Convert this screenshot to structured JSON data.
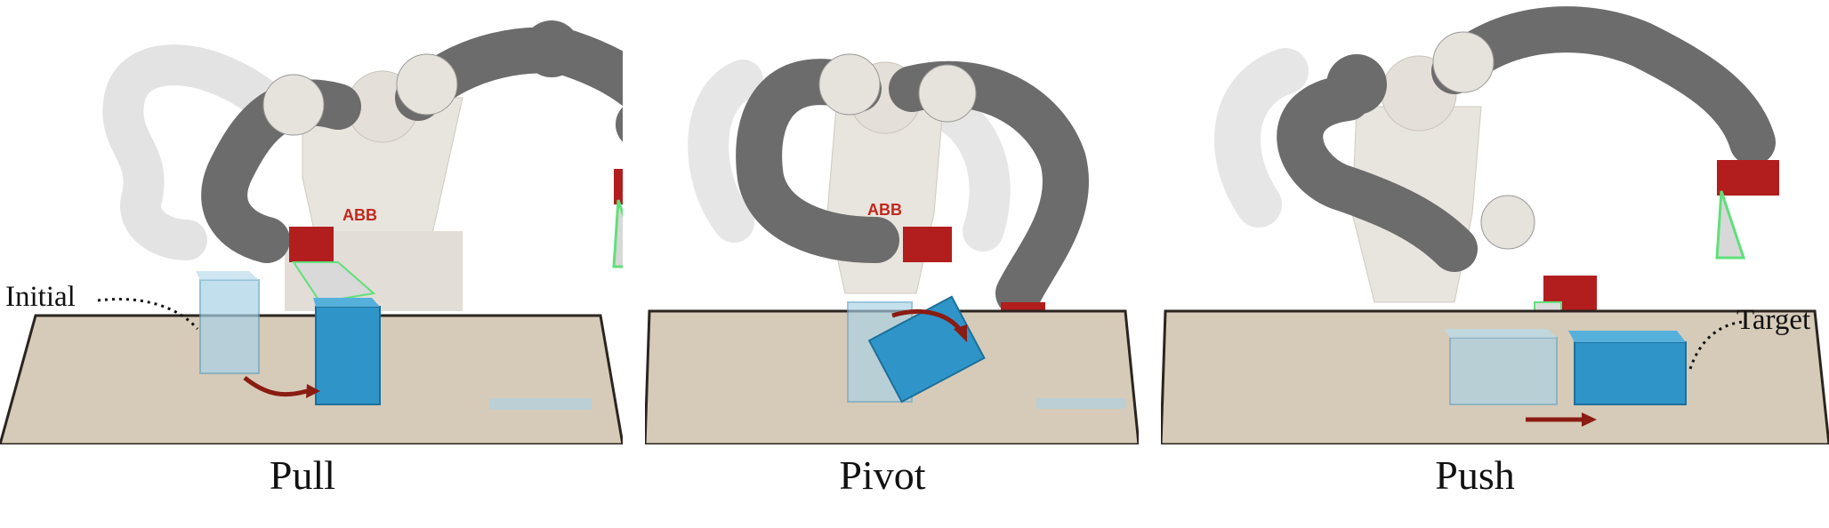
{
  "figure": {
    "panels": [
      {
        "caption": "Pull",
        "annotation": "Initial"
      },
      {
        "caption": "Pivot",
        "annotation": ""
      },
      {
        "caption": "Push",
        "annotation": "Target"
      }
    ],
    "robot_logo": "ABB",
    "colors": {
      "table": "#d6cbb8",
      "table_edge": "#2b2520",
      "box": "#2f95c9",
      "ghost_box": "#a9d2e6",
      "arrow": "#8a1c12",
      "robot_body": "#e6e2dc",
      "robot_joint": "#6c6c6c",
      "gripper": "#b21e1e",
      "led": "#5fe07a"
    }
  }
}
